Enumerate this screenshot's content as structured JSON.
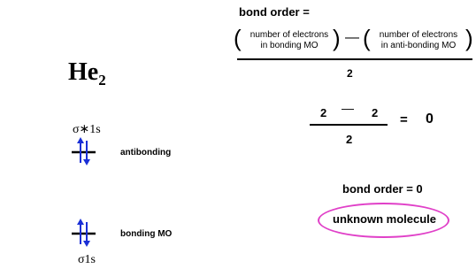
{
  "molecule": {
    "symbol": "He",
    "subscript": "2"
  },
  "formula": {
    "title": "bond order  =",
    "bonding_label_1": "number of electrons",
    "bonding_label_2": "in bonding MO",
    "minus": "—",
    "antibonding_label_1": "number of electrons",
    "antibonding_label_2": "in anti-bonding MO",
    "denominator": "2",
    "paren_open": "(",
    "paren_close": ")"
  },
  "calculation": {
    "num_left": "2",
    "minus": "—",
    "num_right": "2",
    "denominator": "2",
    "equals": "=",
    "result": "0"
  },
  "result_text": "bond order  =  0",
  "conclusion": "unknown molecule",
  "orbitals": {
    "antibonding": {
      "name": "σ∗1s",
      "label": "antibonding",
      "electrons": 2
    },
    "bonding": {
      "name": "σ1s",
      "label": "bonding MO",
      "electrons": 2
    }
  },
  "colors": {
    "electron_arrow": "#1a2fd6",
    "highlight_oval": "#e040c8"
  }
}
